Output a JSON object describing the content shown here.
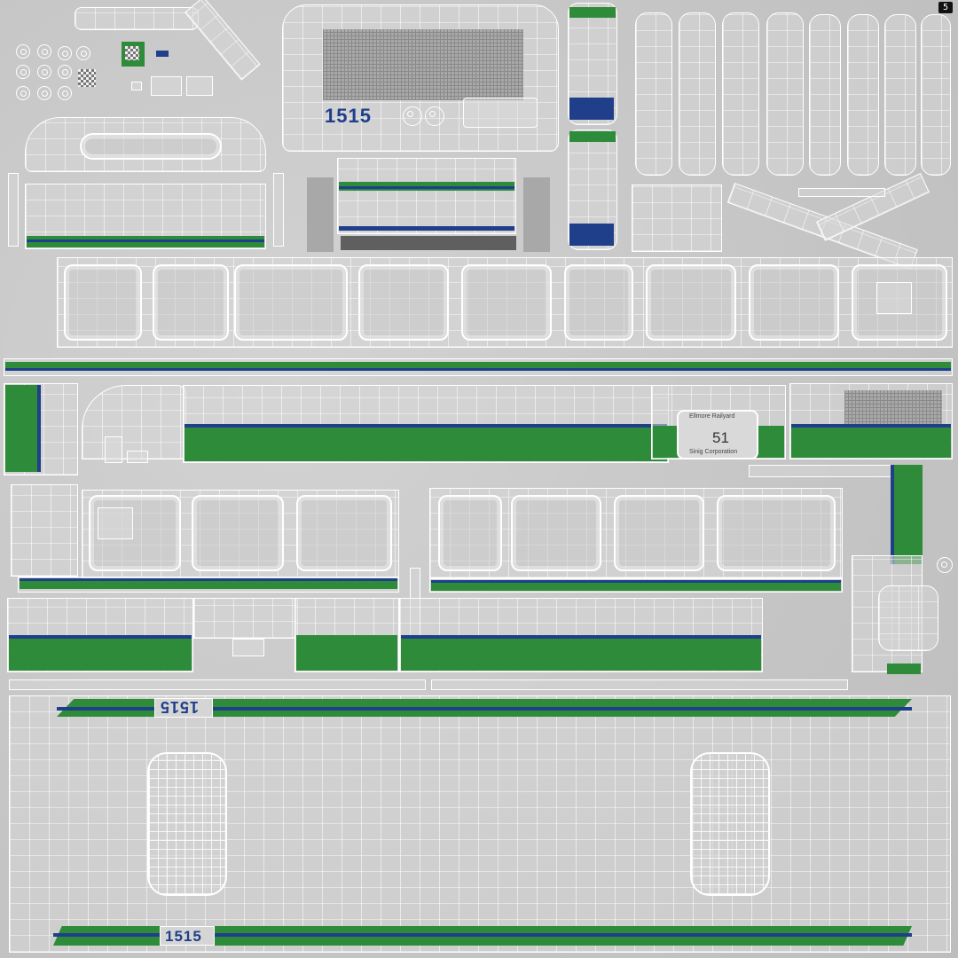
{
  "corner_tag": "5",
  "bus_number": "1515",
  "destination_sign": {
    "line1": "Ellmore  Railyard",
    "route": "51",
    "line2": "Sinig  Corporation"
  },
  "colors": {
    "background": "#c6c6c6",
    "wireframe": "#ffffff",
    "livery_green": "#2e8b3a",
    "livery_blue": "#1f3f8a"
  },
  "icons": [
    "wheel-icon",
    "window-icon",
    "roof-hatch-icon",
    "destination-sign-icon"
  ]
}
